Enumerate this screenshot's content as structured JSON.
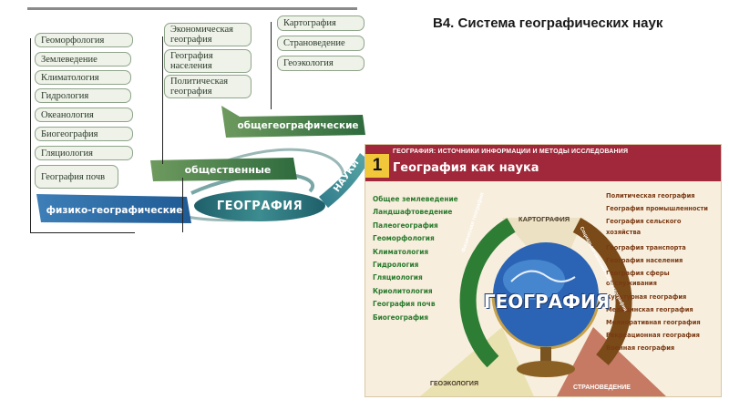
{
  "slide_title": "В4. Система географических наук",
  "physical_branches": [
    "Геоморфология",
    "Землеведение",
    "Климатология",
    "Гидрология",
    "Океанология",
    "Биогеография",
    "Гляциология",
    "География почв"
  ],
  "social_branches": [
    "Экономическая география",
    "География населения",
    "Политическая география"
  ],
  "general_branches": [
    "Картография",
    "Страноведение",
    "Геоэкология"
  ],
  "bands": {
    "physical": "физико-географические",
    "social": "общественные",
    "general": "общегеографические",
    "center": "ГЕОГРАФИЯ",
    "nauki": "НАУКИ"
  },
  "poster": {
    "number": "1",
    "top_caption": "ГЕОГРАФИЯ: ИСТОЧНИКИ ИНФОРМАЦИИ И МЕТОДЫ ИССЛЕДОВАНИЯ",
    "title": "География как наука",
    "left_list": [
      "Общее землеведение",
      "Ландшафтоведение",
      "Палеогеография",
      "Геоморфология",
      "Климатология",
      "Гидрология",
      "Гляциология",
      "Криолитология",
      "География почв",
      "Биогеография"
    ],
    "right_list": [
      "Политическая география",
      "География промышленности",
      "География сельского хозяйства",
      "География транспорта",
      "География населения",
      "География сферы обслуживания",
      "Культурная география",
      "Медицинская география",
      "Мелиоративная география",
      "Рекреационная география",
      "Военная география"
    ],
    "globe_label": "ГЕОГРАФИЯ",
    "arc_left": "Физическая география",
    "arc_right": "Социально-экономическая география",
    "cartography": "КАРТОГРАФИЯ",
    "geoecology": "ГЕОЭКОЛОГИЯ",
    "country_studies": "СТРАНОВЕДЕНИЕ"
  }
}
